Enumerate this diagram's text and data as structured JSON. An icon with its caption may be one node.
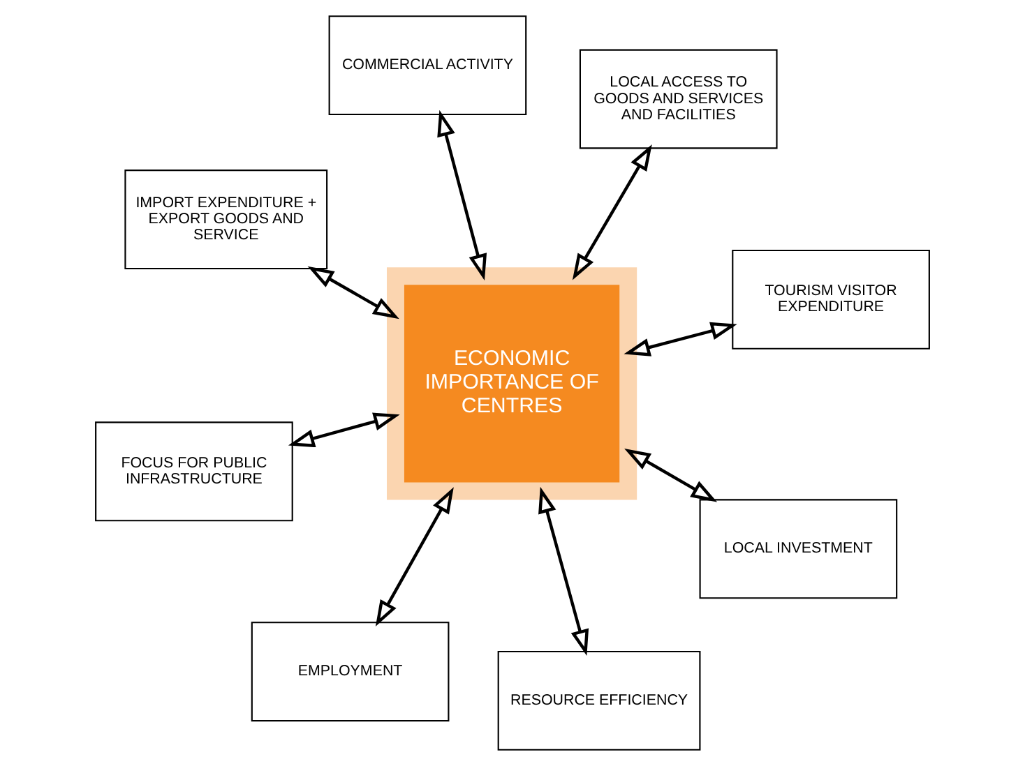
{
  "diagram": {
    "nodes": [
      {
        "text": [
          "ECONOMIC IMPORTANCE OF CENTRES"
        ]
      },
      {
        "text": [
          "TOURISM VISITOR EXPENDITURE"
        ]
      },
      {
        "text": [
          "EMPLOYMENT"
        ]
      },
      {
        "text": [
          "IMPORT EXPENDITURE + EXPORT GOODS AND SERVICE"
        ]
      },
      {
        "text": [
          "LOCAL ACCESS TO GOODS AND SERVICES AND FACILITIES"
        ]
      },
      {
        "text": [
          "COMMERCIAL ACTIVITY"
        ]
      },
      {
        "text": [
          "FOCUS FOR PUBLIC INFRASTRUCTURE"
        ]
      },
      {
        "text": [
          "LOCAL INVESTMENT"
        ]
      },
      {
        "text": [
          "RESOURCE EFFICIENCY"
        ]
      }
    ],
    "edges": [
      {
        "from": 0,
        "to": 1,
        "arrow": "both"
      },
      {
        "from": 0,
        "to": 2,
        "arrow": "both"
      },
      {
        "from": 0,
        "to": 3,
        "arrow": "both"
      },
      {
        "from": 0,
        "to": 4,
        "arrow": "both"
      },
      {
        "from": 0,
        "to": 5,
        "arrow": "both"
      },
      {
        "from": 0,
        "to": 6,
        "arrow": "both"
      },
      {
        "from": 0,
        "to": 7,
        "arrow": "both"
      },
      {
        "from": 0,
        "to": 8,
        "arrow": "both"
      }
    ]
  }
}
